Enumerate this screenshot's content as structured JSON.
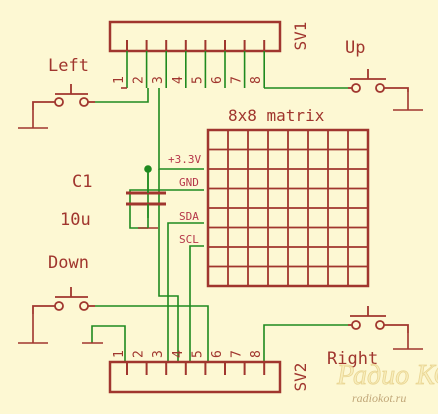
{
  "title": "8x8 matrix",
  "connectors": [
    {
      "id": "SV1",
      "pins": [
        "1",
        "2",
        "3",
        "4",
        "5",
        "6",
        "7",
        "8"
      ]
    },
    {
      "id": "SV2",
      "pins": [
        "1",
        "2",
        "3",
        "4",
        "5",
        "6",
        "7",
        "8"
      ]
    }
  ],
  "buttons": [
    {
      "label": "Left"
    },
    {
      "label": "Up"
    },
    {
      "label": "Down"
    },
    {
      "label": "Right"
    }
  ],
  "capacitor": {
    "name": "C1",
    "value": "10u"
  },
  "matrix_pins": [
    "+3.3V",
    "GND",
    "SDA",
    "SCL"
  ],
  "matrix_grid": {
    "rows": 8,
    "cols": 8
  },
  "watermark": {
    "logo": "Радио КОТ",
    "site": "radiokot.ru"
  },
  "colors": {
    "background": "#fdf8d3",
    "component": "#a0362e",
    "wire": "#1f8a1f",
    "junction": "#1f8a1f",
    "power_label": "#b5374a"
  }
}
